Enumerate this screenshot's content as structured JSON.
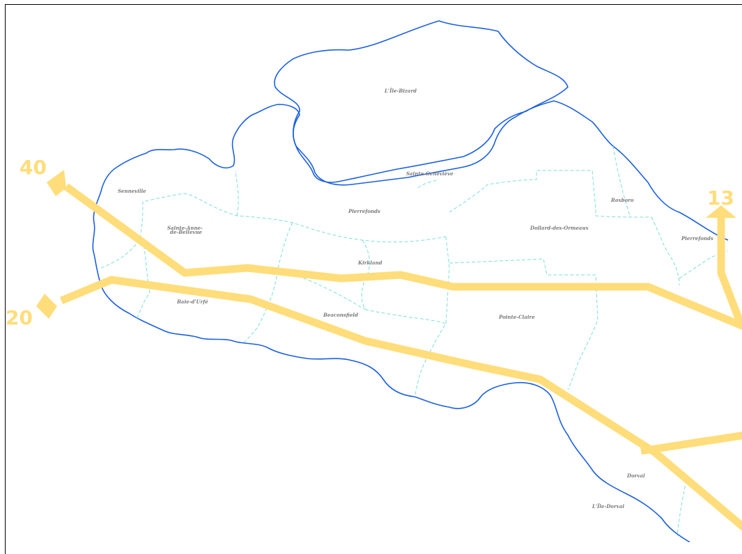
{
  "colors": {
    "highway": "#ffdd7a",
    "shoreline": "#1a5fe0",
    "boundary": "#79e0d6",
    "label": "#7a7a7a"
  },
  "places": {
    "ile_bizard": "L'Île-Bizard",
    "sainte_genevieve": "Sainte-Geneviève",
    "senneville": "Senneville",
    "pierrefonds": "Pierrefonds",
    "sainte_anne_line1": "Sainte-Anne-",
    "sainte_anne_line2": "de-Bellevue",
    "dollard": "Dollard-des-Ormeaux",
    "roxboro": "Roxboro",
    "pierrefonds_east": "Pierrefonds",
    "kirkland": "Kirkland",
    "baie_durfe": "Baie-d'Urfé",
    "beaconsfield": "Beaconsfield",
    "pointe_claire": "Pointe-Claire",
    "dorval": "Dorval",
    "ile_dorval": "L'Île-Dorval"
  },
  "routes": {
    "r40": "40",
    "r20": "20",
    "r13": "13"
  }
}
